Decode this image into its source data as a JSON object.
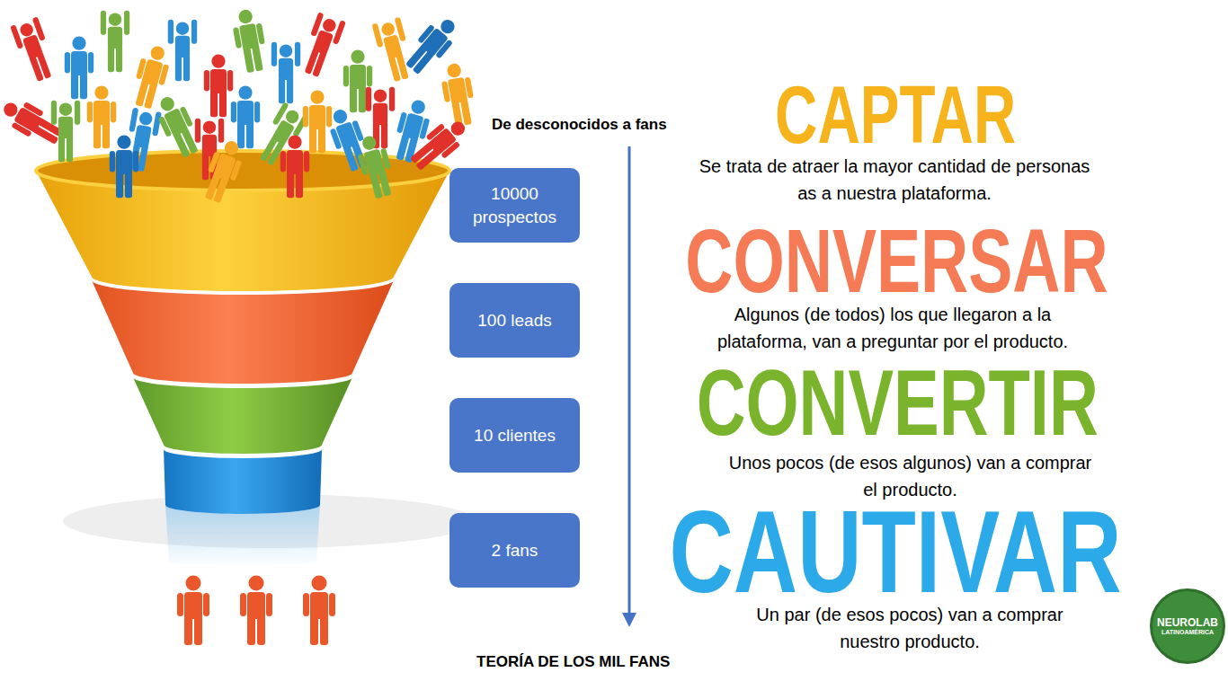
{
  "diagram": {
    "title": "De desconocidos a fans",
    "caption": "TEORÍA DE LOS MIL FANS",
    "nodes": [
      {
        "text": [
          "10000 prospectos"
        ]
      },
      {
        "text": [
          "100 leads"
        ]
      },
      {
        "text": [
          "10 clientes"
        ]
      },
      {
        "text": [
          "2 fans"
        ]
      },
      {
        "text": [
          "NEUROLAB",
          "LATINOAMÉRICA"
        ]
      }
    ],
    "labels": [
      "CAPTAR",
      "Se trata de atraer la mayor cantidad de personas as a nuestra plataforma.",
      "CONVERSAR",
      "Algunos (de todos) los que llegaron a la plataforma, van a preguntar por el producto.",
      "CONVERTIR",
      "Unos pocos (de esos algunos) van a comprar el producto.",
      "CAUTIVAR",
      "Un par (de esos pocos) van a comprar nuestro producto."
    ]
  }
}
